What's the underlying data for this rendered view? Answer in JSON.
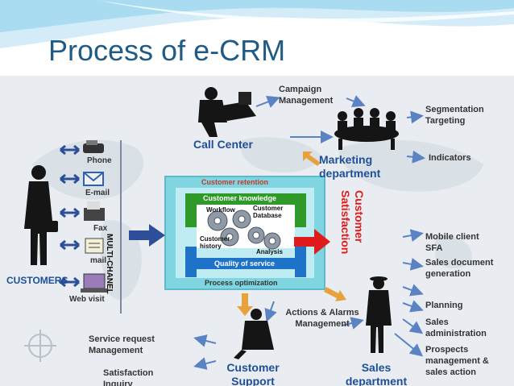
{
  "title": "Process of e-CRM",
  "customers": {
    "label": "CUSTOMERS",
    "channels": [
      "Phone",
      "E-mail",
      "Fax",
      "mail",
      "Web visit"
    ],
    "multi_channel": "MULTI-CHANEL"
  },
  "call_center": "Call Center",
  "campaign_management": "Campaign Management",
  "marketing_department": "Marketing department",
  "marketing_outputs": [
    "Segmentation Targeting",
    "Indicators"
  ],
  "core": {
    "retention": "Customer retention",
    "knowledge": "Customer knowledge",
    "workflow": "Workflow",
    "database": "Customer Database",
    "history": "Customer history",
    "analysis": "Analysis",
    "quality": "Quality of service",
    "optimization": "Process optimization"
  },
  "customer_satisfaction": "Customer Satisfaction",
  "actions_alarms": "Actions & Alarms Management",
  "customer_support": "Customer Support",
  "support_outputs": [
    "Service request Management",
    "Satisfaction Inquiry"
  ],
  "sales_department": "Sales department",
  "sales_outputs": [
    "Mobile client SFA",
    "Sales document generation",
    "Planning",
    "Sales administration",
    "Prospects management & sales action"
  ],
  "colors": {
    "title": "#1f5b86",
    "label_blue": "#1e4f96",
    "arrow_blue": "#5b82c2",
    "arrow_orange": "#e8a23c",
    "satisfaction_red": "#e01b1b",
    "frame_cyan": "#7fd6e0",
    "green_bar": "#2f9a2a",
    "blue_bar": "#1e73c8"
  }
}
